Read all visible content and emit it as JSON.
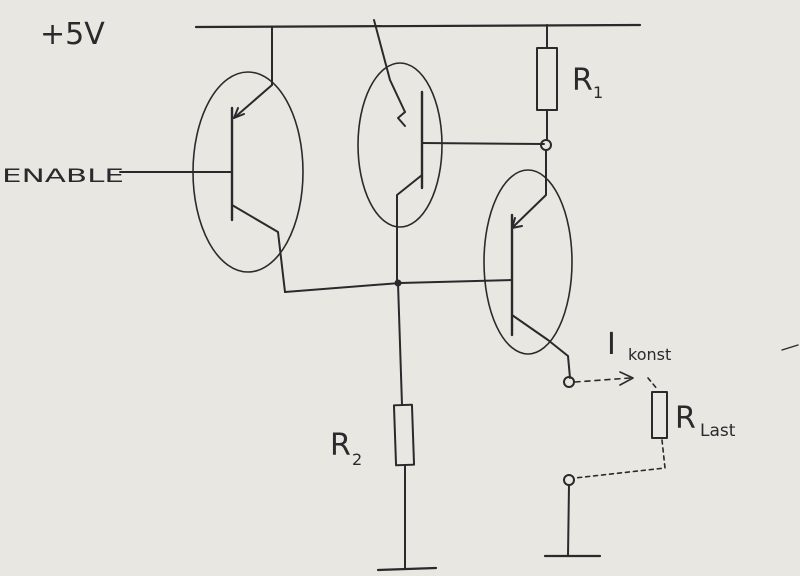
{
  "labels": {
    "supply": "+5V",
    "enable": "ENABLE",
    "r1_main": "R",
    "r1_sub": "1",
    "r2_main": "R",
    "r2_sub": "2",
    "ikonst_main": "I",
    "ikonst_sub": "konst",
    "rlast_main": "R",
    "rlast_sub": "Last"
  },
  "colors": {
    "paper": "#e9e7e2",
    "ink": "#2a2a2c"
  }
}
